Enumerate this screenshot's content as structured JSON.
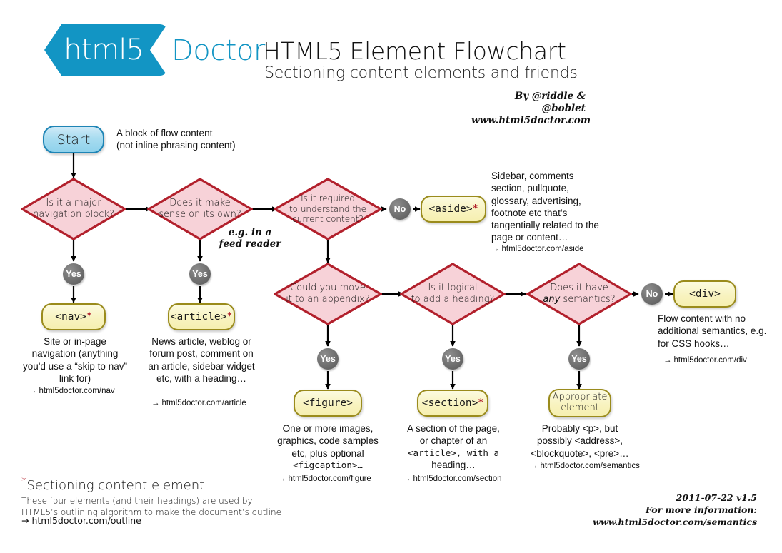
{
  "header": {
    "logo_text": "html5",
    "logo_brand": "Doctor",
    "title": "HTML5 Element Flowchart",
    "subtitle": "Sectioning content elements and friends",
    "byline_author": "By @riddle & @boblet",
    "byline_site": "www.html5doctor.com"
  },
  "start": {
    "label": "Start",
    "note_line1": "A block of flow content",
    "note_line2": "(not inline phrasing content)"
  },
  "decisions": {
    "d1": {
      "line1": "Is it a major",
      "line2": "navigation block?"
    },
    "d2": {
      "line1": "Does it make",
      "line2": "sense on its own?"
    },
    "d3": {
      "line1": "Is it required",
      "line2": "to understand the",
      "line3": "current content?"
    },
    "d4": {
      "line1": "Could you move",
      "line2": "it to an appendix?"
    },
    "d5": {
      "line1": "Is it logical",
      "line2": "to add a heading?"
    },
    "d6": {
      "line1": "Does it have",
      "line2_em": "any",
      "line2": " semantics?"
    }
  },
  "annotations": {
    "feed_reader_line1": "e.g. in a",
    "feed_reader_line2": "feed reader"
  },
  "badges": {
    "yes": "Yes",
    "no": "No"
  },
  "elements": {
    "nav": {
      "label": "<nav>",
      "starred": true,
      "description": "Site or in-page navigation (anything you'd use a “skip to nav” link for)",
      "link": "html5doctor.com/nav"
    },
    "article": {
      "label": "<article>",
      "starred": true,
      "description": "News article, weblog or forum post, comment on an article, sidebar widget etc, with a heading…",
      "link": "html5doctor.com/article"
    },
    "aside": {
      "label": "<aside>",
      "starred": true,
      "description": "Sidebar, comments section, pullquote, glossary, advertising, footnote etc that’s tangentially related to the page or content…",
      "link": "html5doctor.com/aside"
    },
    "div": {
      "label": "<div>",
      "starred": false,
      "description": "Flow content with no additional semantics, e.g. for CSS hooks…",
      "link": "html5doctor.com/div"
    },
    "figure": {
      "label": "<figure>",
      "starred": false,
      "desc_line1": "One or more images,",
      "desc_line2": "graphics, code samples",
      "desc_line3": "etc, plus optional",
      "desc_line4": "<figcaption>…",
      "link": "html5doctor.com/figure"
    },
    "section": {
      "label": "<section>",
      "starred": true,
      "desc_line1": "A section of the page,",
      "desc_line2": "or chapter of an",
      "desc_line3": "<article>, with a",
      "desc_line4": "heading…",
      "link": "html5doctor.com/section"
    },
    "appropriate": {
      "label_line1": "Appropriate",
      "label_line2": "element",
      "starred": false,
      "desc_line1": "Probably <p>, but",
      "desc_line2": "possibly <address>,",
      "desc_line3": "<blockquote>, <pre>…",
      "link": "html5doctor.com/semantics"
    }
  },
  "footer": {
    "legend_title": "Sectioning content element",
    "legend_line1": "These four elements (and their headings) are used by",
    "legend_line2": "HTML5’s outlining algorithm to make the document’s outline",
    "legend_link": "html5doctor.com/outline",
    "version": "2011-07-22 v1.5",
    "more_info": "For more information:",
    "more_url": "www.html5doctor.com/semantics"
  },
  "colors": {
    "brand_blue": "#1295C4",
    "diamond_fill": "#F7D2D8",
    "diamond_stroke": "#B2202C",
    "element_fill": "#F8F3C0",
    "element_stroke": "#9A8B1C",
    "badge_gray": "#6F6F6F",
    "star_red": "#B2202C"
  }
}
